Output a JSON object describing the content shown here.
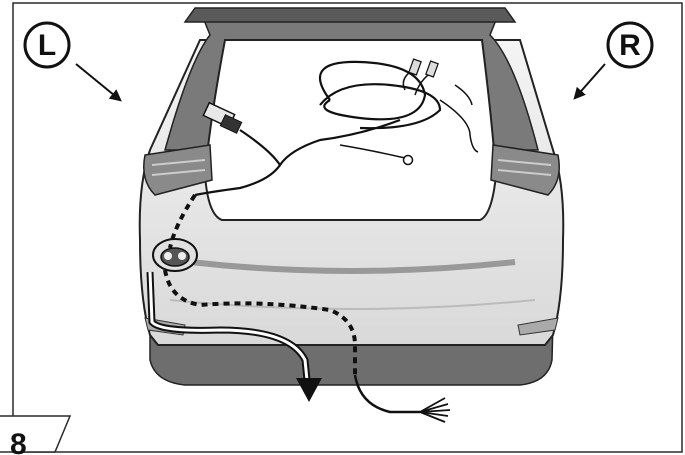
{
  "diagram": {
    "left_marker": "L",
    "right_marker": "R",
    "step_number": "8"
  },
  "colors": {
    "frame": "#2a2a2a",
    "body_light": "#ebebeb",
    "body_mid": "#c8c8c8",
    "body_dark": "#6e6e6e",
    "cable": "#111111",
    "lamp": "#8a8a8a"
  }
}
